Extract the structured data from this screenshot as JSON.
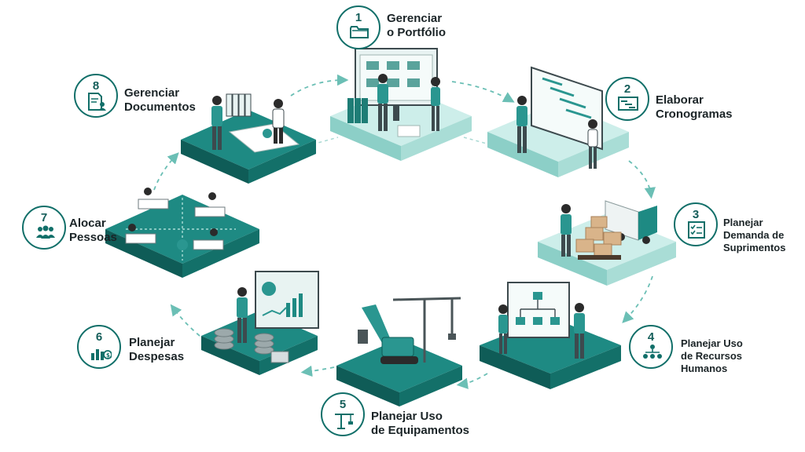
{
  "steps": [
    {
      "number": "1",
      "lines": [
        "Gerenciar",
        "o Portfólio"
      ],
      "icon": "folder-icon"
    },
    {
      "number": "2",
      "lines": [
        "Elaborar",
        "Cronogramas"
      ],
      "icon": "gantt-chart-icon"
    },
    {
      "number": "3",
      "lines": [
        "Planejar",
        "Demanda de",
        "Suprimentos"
      ],
      "icon": "checklist-icon"
    },
    {
      "number": "4",
      "lines": [
        "Planejar Uso",
        "de Recursos",
        "Humanos"
      ],
      "icon": "org-chart-icon"
    },
    {
      "number": "5",
      "lines": [
        "Planejar Uso",
        "de Equipamentos"
      ],
      "icon": "crane-icon"
    },
    {
      "number": "6",
      "lines": [
        "Planejar",
        "Despesas"
      ],
      "icon": "expense-chart-icon"
    },
    {
      "number": "7",
      "lines": [
        "Alocar",
        "Pessoas"
      ],
      "icon": "people-group-icon"
    },
    {
      "number": "8",
      "lines": [
        "Gerenciar",
        "Documentos"
      ],
      "icon": "document-user-icon"
    }
  ],
  "colors": {
    "teal_dark": "#116f69",
    "teal_mid": "#2a9690",
    "teal_light": "#7fd0c8",
    "platform_light_top": "#cdeeea",
    "platform_dark_top": "#1e8a83",
    "arrow": "#6bbfb5",
    "text": "#1b2427"
  }
}
